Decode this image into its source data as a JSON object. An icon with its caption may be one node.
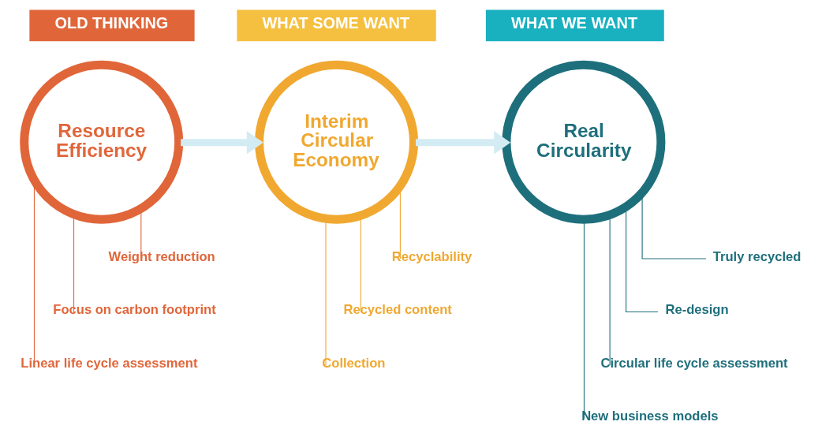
{
  "diagram": {
    "nodes": [
      {
        "text": [
          "Resource Efficiency"
        ]
      },
      {
        "text": [
          "Interim Circular Economy"
        ]
      },
      {
        "text": [
          "Real Circularity"
        ]
      },
      {
        "text": [
          "Weight reduction"
        ]
      },
      {
        "text": [
          "Focus on carbon footprint"
        ]
      },
      {
        "text": [
          "Linear life cycle assessment"
        ]
      },
      {
        "text": [
          "Recyclability"
        ]
      },
      {
        "text": [
          "Recycled content"
        ]
      },
      {
        "text": [
          "Collection"
        ]
      },
      {
        "text": [
          "Truly recycled"
        ]
      },
      {
        "text": [
          "Re-design"
        ]
      },
      {
        "text": [
          "Circular life cycle assessment"
        ]
      },
      {
        "text": [
          "New business models"
        ]
      }
    ],
    "edges": [
      {
        "from": 0,
        "to": 1,
        "arrow": "to",
        "style": "thick",
        "color": "#d3ebf3"
      },
      {
        "from": 1,
        "to": 2,
        "arrow": "to",
        "style": "thick",
        "color": "#d3ebf3"
      },
      {
        "from": 0,
        "to": 3,
        "arrow": "none",
        "color": "#e0663a"
      },
      {
        "from": 0,
        "to": 4,
        "arrow": "none",
        "color": "#e0663a"
      },
      {
        "from": 0,
        "to": 5,
        "arrow": "none",
        "color": "#e0663a"
      },
      {
        "from": 1,
        "to": 6,
        "arrow": "none",
        "color": "#f0a830"
      },
      {
        "from": 1,
        "to": 7,
        "arrow": "none",
        "color": "#f0a830"
      },
      {
        "from": 1,
        "to": 8,
        "arrow": "none",
        "color": "#f0a830"
      },
      {
        "from": 2,
        "to": 9,
        "arrow": "none",
        "color": "#1e6f7c"
      },
      {
        "from": 2,
        "to": 10,
        "arrow": "none",
        "color": "#1e6f7c"
      },
      {
        "from": 2,
        "to": 11,
        "arrow": "none",
        "color": "#1e6f7c"
      },
      {
        "from": 2,
        "to": 12,
        "arrow": "none",
        "color": "#1e6f7c"
      }
    ],
    "labels": [
      "OLD THINKING",
      "WHAT SOME WANT",
      "WHAT WE WANT"
    ]
  }
}
